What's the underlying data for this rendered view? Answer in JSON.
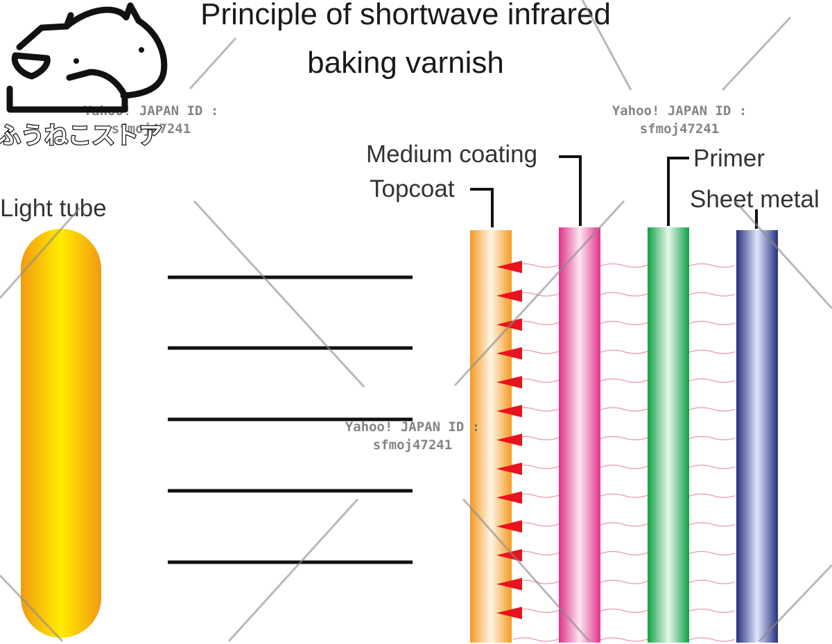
{
  "title": {
    "line1": "Principle of shortwave infrared",
    "line2": "baking varnish"
  },
  "labels": {
    "light_tube": "Light tube",
    "medium_coating": "Medium coating",
    "primer": "Primer",
    "topcoat": "Topcoat",
    "sheet_metal": "Sheet metal"
  },
  "watermarks": {
    "id_label": "Yahoo! JAPAN ID :",
    "id_value": "sfmoj47241",
    "store_name": "ふうねこストア"
  },
  "colors": {
    "tube_outer": "#F39C12",
    "tube_inner": "#FFE600",
    "topcoat": "#F7A531",
    "medium_coating": "#E8338F",
    "primer": "#1BA34A",
    "sheet_metal": "#2E3A8C",
    "arrow": "#E8131E",
    "wave": "#E89AA8"
  }
}
